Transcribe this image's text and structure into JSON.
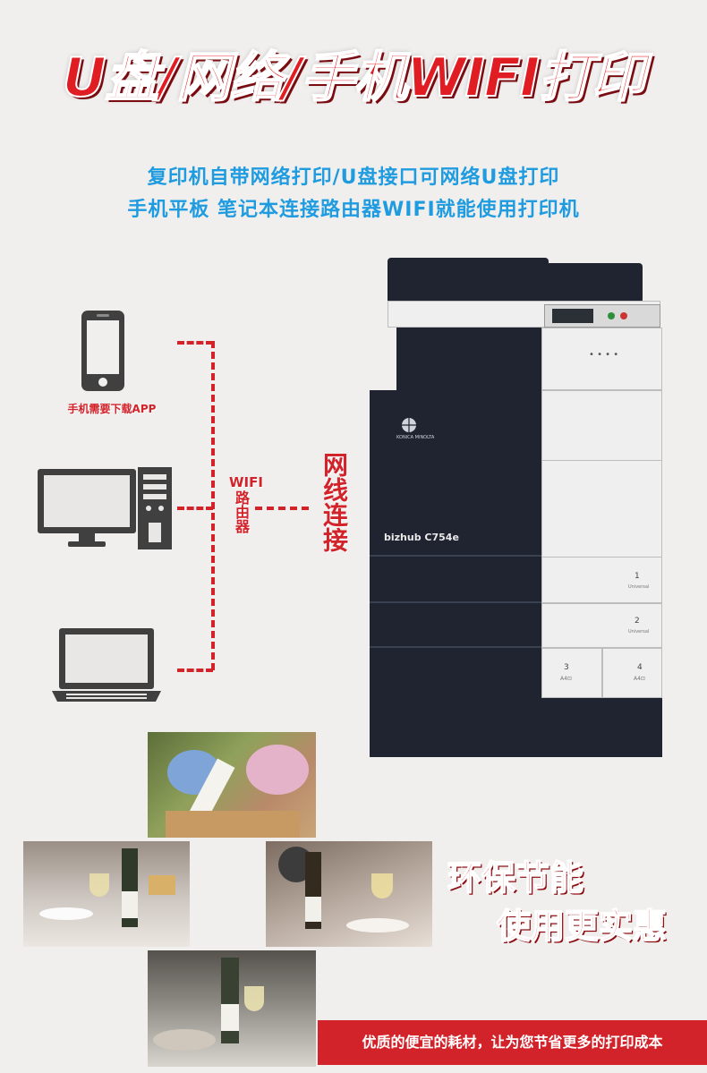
{
  "headline": "U盘/网络/手机WIFI打印",
  "subline1": "复印机自带网络打印/U盘接口可网络U盘打印",
  "subline2": "手机平板 笔记本连接路由器WIFI就能使用打印机",
  "phone_caption": "手机需要下载APP",
  "wifi_label": "WIFI",
  "router_label": "路由器",
  "cable_label": "网线连接",
  "printer": {
    "brand_logo": "KONICA MINOLTA",
    "model": "bizhub C754e",
    "trays": [
      {
        "num": "1",
        "sub": "Universal"
      },
      {
        "num": "2",
        "sub": "Universal"
      },
      {
        "num": "3",
        "sub": "A4⊡"
      },
      {
        "num": "4",
        "sub": "A4⊡"
      }
    ]
  },
  "eco_line1": "环保节能",
  "eco_line2": "使用更实惠",
  "banner": "优质的便宜的耗材，让为您节省更多的打印成本",
  "colors": {
    "red": "#d2232a",
    "blue": "#1f9be0",
    "printer_dark": "#1f2430"
  }
}
